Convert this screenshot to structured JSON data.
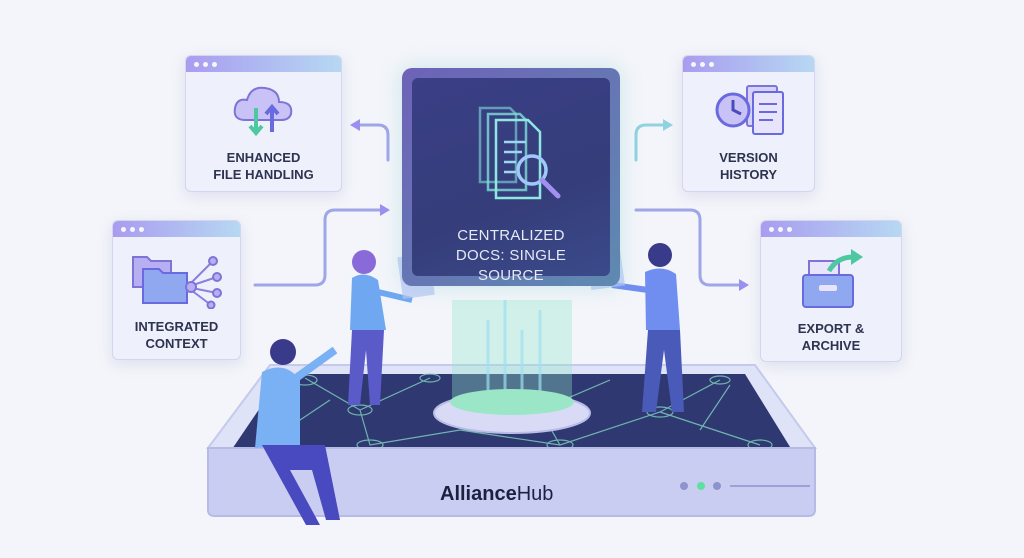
{
  "center_panel": {
    "title": "CENTRALIZED DOCS: SINGLE SOURCE",
    "icon": "document-search-icon"
  },
  "cards": [
    {
      "id": "enhanced-file-handling",
      "line1": "ENHANCED",
      "line2": "FILE HANDLING",
      "icon": "cloud-sync-icon"
    },
    {
      "id": "integrated-context",
      "line1": "INTEGRATED",
      "line2": "CONTEXT",
      "icon": "folder-network-icon"
    },
    {
      "id": "version-history",
      "line1": "VERSION",
      "line2": "HISTORY",
      "icon": "history-documents-icon"
    },
    {
      "id": "export-archive",
      "line1": "EXPORT &",
      "line2": "ARCHIVE",
      "icon": "archive-export-icon"
    }
  ],
  "platform": {
    "brand_bold": "Alliance",
    "brand_regular": "Hub"
  },
  "colors": {
    "accent": "#8b7ff0",
    "teal": "#6fe0c0",
    "navy": "#2f356e"
  }
}
